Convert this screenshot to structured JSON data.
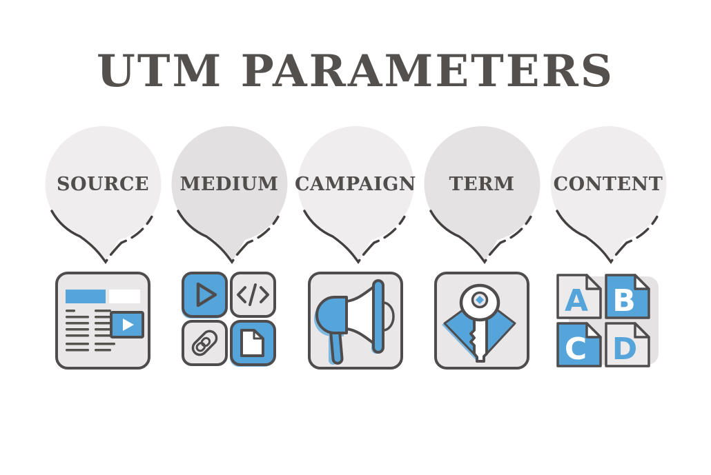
{
  "title": "UTM PARAMETERS",
  "columns": [
    {
      "label": "SOURCE",
      "icon": "webpage-video-icon",
      "bubble_fill": "#efedee"
    },
    {
      "label": "MEDIUM",
      "icon": "media-types-grid-icon",
      "bubble_fill": "#e2e0e1"
    },
    {
      "label": "CAMPAIGN",
      "icon": "megaphone-icon",
      "bubble_fill": "#efedee"
    },
    {
      "label": "TERM",
      "icon": "keyword-key-icon",
      "bubble_fill": "#e4e2e3"
    },
    {
      "label": "CONTENT",
      "icon": "abcd-documents-icon",
      "bubble_fill": "#efedee"
    }
  ],
  "content_letters": [
    "A",
    "B",
    "C",
    "D"
  ],
  "colors": {
    "accent_blue": "#55a5db",
    "shadow_blue": "#7eb9e2",
    "bubble_light": "#efedee",
    "bubble_dark": "#e2e0e1",
    "outline_dark": "#44403f",
    "icon_border": "#4f4c4d",
    "icon_fill": "#e9e7e8",
    "title_text": "#54504e",
    "background": "#ffffff"
  }
}
